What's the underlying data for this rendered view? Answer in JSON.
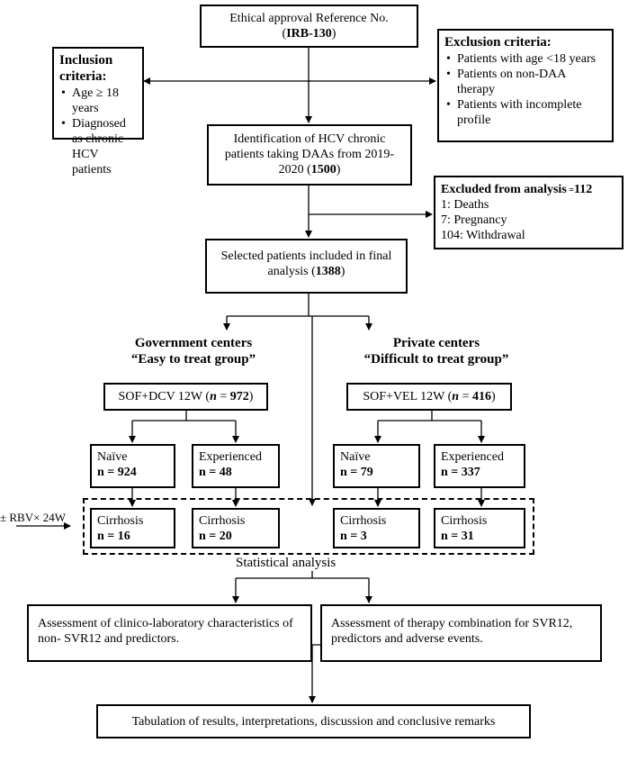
{
  "approval": {
    "line1": "Ethical approval Reference No.",
    "open": "(",
    "ref": "IRB-130",
    "close": ")"
  },
  "inclusion": {
    "title": "Inclusion criteria:",
    "items": [
      "Age ≥ 18 years",
      "Diagnosed as chronic HCV patients"
    ]
  },
  "exclusion": {
    "title": "Exclusion criteria:",
    "items": [
      "Patients with age <18 years",
      "Patients on non-DAA therapy",
      "Patients with incomplete profile"
    ]
  },
  "identification": {
    "text": "Identification of HCV chronic patients taking DAAs from 2019-2020",
    "open": " (",
    "count": "1500",
    "close": ")"
  },
  "excluded": {
    "title": "Excluded from analysis",
    "eq": " =",
    "total": "112",
    "items": [
      "1: Deaths",
      "7: Pregnancy",
      "104: Withdrawal"
    ]
  },
  "selected": {
    "text": "Selected patients included in final analysis",
    "open": " (",
    "count": "1388",
    "close": ")"
  },
  "government": {
    "line1": "Government centers",
    "line2": "“Easy to treat group”"
  },
  "private": {
    "line1": "Private centers",
    "line2": "“Difficult to treat group”"
  },
  "regimen_gov": {
    "pre": "SOF+DCV 12W (",
    "n": "n",
    "eq": " = ",
    "count": "972",
    "close": ")"
  },
  "regimen_priv": {
    "pre": "SOF+VEL 12W (",
    "n": "n",
    "eq": " = ",
    "count": "416",
    "close": ")"
  },
  "groups": [
    {
      "name": "Naïve",
      "count": "n = 924"
    },
    {
      "name": "Experienced",
      "count": "n = 48"
    },
    {
      "name": "Naïve",
      "count": "n = 79"
    },
    {
      "name": "Experienced",
      "count": "n = 337"
    }
  ],
  "cirrhosis": [
    {
      "name": "Cirrhosis",
      "count": "n = 16"
    },
    {
      "name": "Cirrhosis",
      "count": "n = 20"
    },
    {
      "name": "Cirrhosis",
      "count": "n = 3"
    },
    {
      "name": "Cirrhosis",
      "count": "n = 31"
    }
  ],
  "rbv": "± RBV× 24W",
  "stat": "Statistical analysis",
  "assess_left": "Assessment of clinico-laboratory characteristics of non- SVR12 and predictors.",
  "assess_right": "Assessment of therapy combination for SVR12, predictors and adverse events.",
  "tabulation": "Tabulation of results, interpretations, discussion and conclusive remarks"
}
